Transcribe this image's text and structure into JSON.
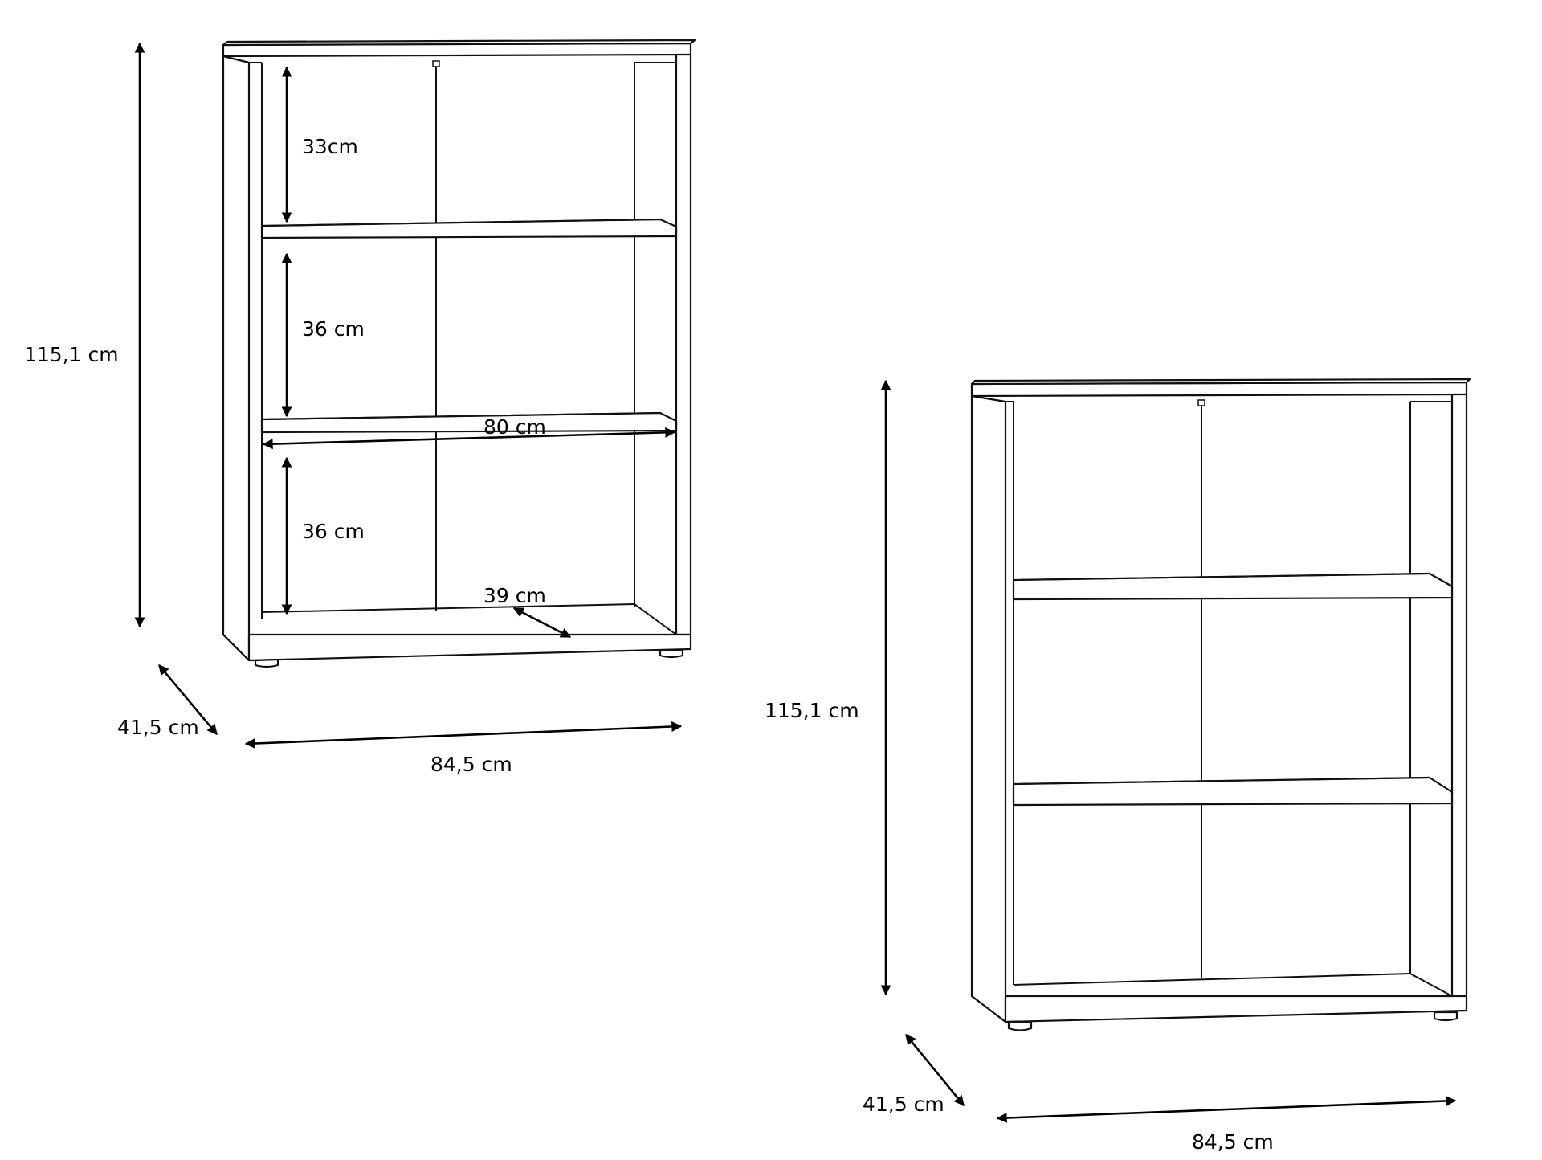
{
  "diagram": {
    "unit_left": {
      "height_label": "115,1 cm",
      "depth_label": "41,5 cm",
      "width_label": "84,5 cm",
      "compartment_top_label": "33cm",
      "compartment_middle_label": "36 cm",
      "compartment_bottom_label": "36 cm",
      "inner_width_label": "80 cm",
      "inner_depth_label": "39 cm"
    },
    "unit_right": {
      "height_label": "115,1 cm",
      "depth_label": "41,5 cm",
      "width_label": "84,5 cm"
    },
    "colors": {
      "line": "#111111",
      "background": "#ffffff"
    }
  }
}
